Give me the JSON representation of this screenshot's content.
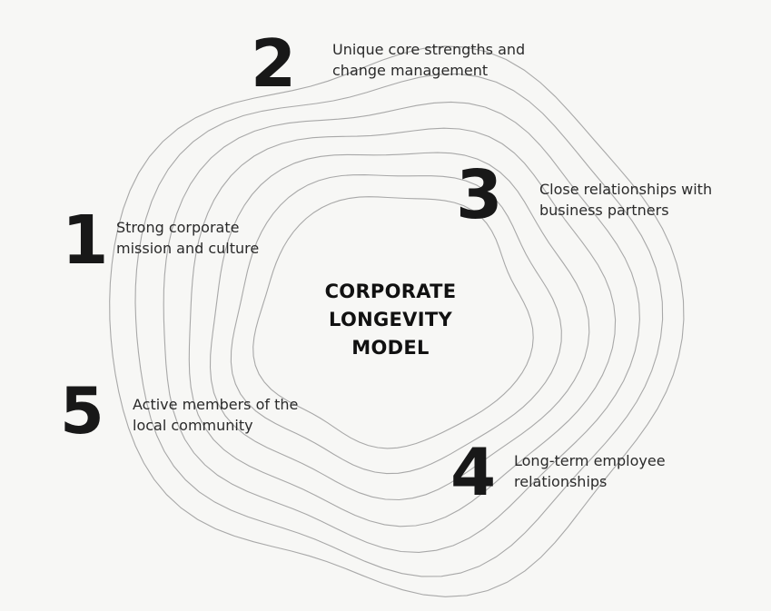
{
  "diagram": {
    "title_lines": [
      "CORPORATE",
      "LONGEVITY",
      "MODEL"
    ],
    "factors": [
      {
        "number": "1",
        "lines": [
          "Strong corporate",
          "mission and culture"
        ]
      },
      {
        "number": "2",
        "lines": [
          "Unique core strengths and",
          "change management"
        ]
      },
      {
        "number": "3",
        "lines": [
          "Close relationships with",
          "business partners"
        ]
      },
      {
        "number": "4",
        "lines": [
          "Long-term employee",
          "relationships"
        ]
      },
      {
        "number": "5",
        "lines": [
          "Active members of the",
          "local community"
        ]
      }
    ],
    "ring_color": "#9a9a9a",
    "text_color": "#222222",
    "background_color": "#f7f7f5"
  }
}
